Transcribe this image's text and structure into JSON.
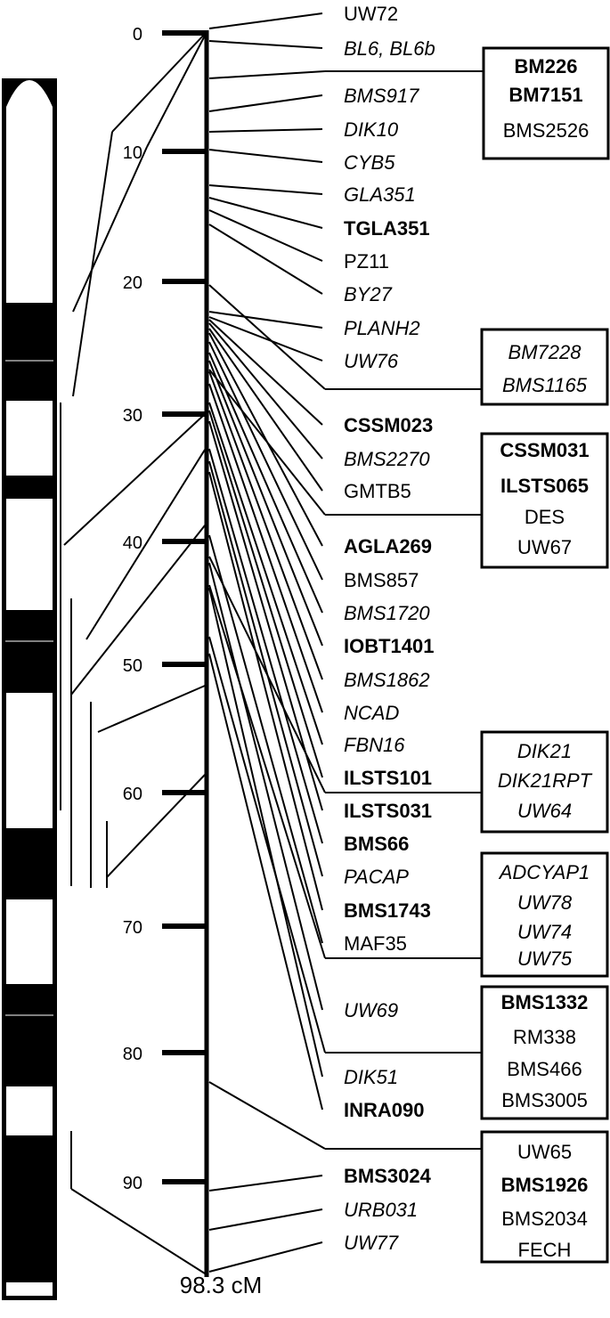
{
  "map_length": "98.3 cM",
  "scale_ticks": [
    "0",
    "10",
    "20",
    "30",
    "40",
    "50",
    "60",
    "70",
    "80",
    "90"
  ],
  "marker_labels": [
    {
      "text": "UW72",
      "style": "normal"
    },
    {
      "text": "BL6, BL6b",
      "style": "italic"
    },
    {
      "text": "BMS917",
      "style": "italic"
    },
    {
      "text": "DIK10",
      "style": "italic"
    },
    {
      "text": "CYB5",
      "style": "italic"
    },
    {
      "text": "GLA351",
      "style": "italic"
    },
    {
      "text": "TGLA351",
      "style": "bold"
    },
    {
      "text": "PZ11",
      "style": "normal"
    },
    {
      "text": "BY27",
      "style": "italic"
    },
    {
      "text": "PLANH2",
      "style": "italic"
    },
    {
      "text": "UW76",
      "style": "italic"
    },
    {
      "text": "CSSM023",
      "style": "bold"
    },
    {
      "text": "BMS2270",
      "style": "italic"
    },
    {
      "text": "GMTB5",
      "style": "normal"
    },
    {
      "text": "AGLA269",
      "style": "bold"
    },
    {
      "text": "BMS857",
      "style": "normal"
    },
    {
      "text": "BMS1720",
      "style": "italic"
    },
    {
      "text": "IOBT1401",
      "style": "bold"
    },
    {
      "text": "BMS1862",
      "style": "italic"
    },
    {
      "text": "NCAD",
      "style": "italic"
    },
    {
      "text": "FBN16",
      "style": "italic"
    },
    {
      "text": "ILSTS101",
      "style": "bold"
    },
    {
      "text": "ILSTS031",
      "style": "bold"
    },
    {
      "text": "BMS66",
      "style": "bold"
    },
    {
      "text": "PACAP",
      "style": "italic"
    },
    {
      "text": "BMS1743",
      "style": "bold"
    },
    {
      "text": "MAF35",
      "style": "normal"
    },
    {
      "text": "UW69",
      "style": "italic"
    },
    {
      "text": "DIK51",
      "style": "italic"
    },
    {
      "text": "INRA090",
      "style": "bold"
    },
    {
      "text": "BMS3024",
      "style": "bold"
    },
    {
      "text": "URB031",
      "style": "italic"
    },
    {
      "text": "UW77",
      "style": "italic"
    }
  ],
  "marker_boxes": [
    {
      "items": [
        {
          "text": "BM226",
          "style": "bold"
        },
        {
          "text": "BM7151",
          "style": "bold"
        },
        {
          "text": "BMS2526",
          "style": "normal"
        }
      ]
    },
    {
      "items": [
        {
          "text": "BM7228",
          "style": "italic"
        },
        {
          "text": "BMS1165",
          "style": "italic"
        }
      ]
    },
    {
      "items": [
        {
          "text": "CSSM031",
          "style": "bold"
        },
        {
          "text": "ILSTS065",
          "style": "bold"
        },
        {
          "text": "DES",
          "style": "normal"
        },
        {
          "text": "UW67",
          "style": "normal"
        }
      ]
    },
    {
      "items": [
        {
          "text": "DIK21",
          "style": "italic"
        },
        {
          "text": "DIK21RPT",
          "style": "italic"
        },
        {
          "text": "UW64",
          "style": "italic"
        }
      ]
    },
    {
      "items": [
        {
          "text": "ADCYAP1",
          "style": "italic"
        },
        {
          "text": "UW78",
          "style": "italic"
        },
        {
          "text": "UW74",
          "style": "italic"
        },
        {
          "text": "UW75",
          "style": "italic"
        }
      ]
    },
    {
      "items": [
        {
          "text": "BMS1332",
          "style": "bold"
        },
        {
          "text": "RM338",
          "style": "normal"
        },
        {
          "text": "BMS466",
          "style": "normal"
        },
        {
          "text": "BMS3005",
          "style": "normal"
        }
      ]
    },
    {
      "items": [
        {
          "text": "UW65",
          "style": "normal"
        },
        {
          "text": "BMS1926",
          "style": "bold"
        },
        {
          "text": "BMS2034",
          "style": "normal"
        },
        {
          "text": "FECH",
          "style": "normal"
        }
      ]
    }
  ]
}
